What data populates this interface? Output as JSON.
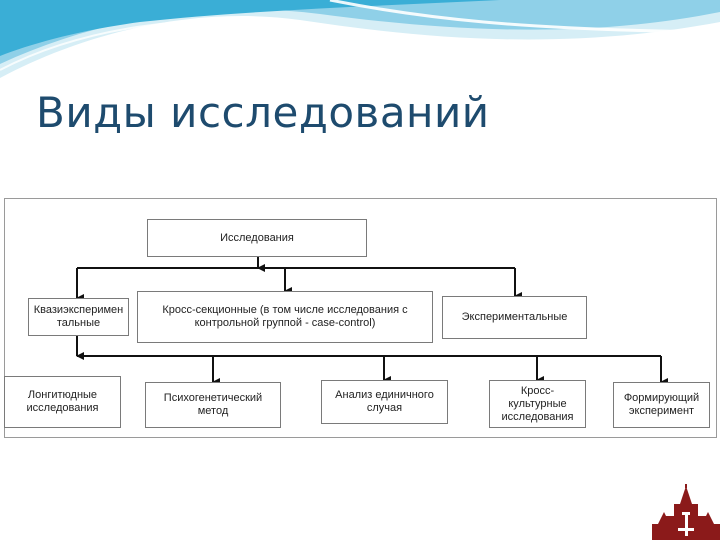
{
  "slide": {
    "title": "Виды исследований"
  },
  "diagram": {
    "root": "Исследования",
    "level1": [
      "Квазиэксперимен тальные",
      "Кросс-секционные (в том числе исследования с контрольной группой - case-control)",
      "Экспериментальные"
    ],
    "level2": [
      "Лонгитюдные исследования",
      "Психогенетический метод",
      "Анализ единичного случая",
      "Кросс-культурные исследования",
      "Формирующий эксперимент"
    ]
  },
  "colors": {
    "title": "#1e4b6e",
    "wave_light": "#d6eef6",
    "wave_mid": "#8fd0e8",
    "wave_dark": "#3aaed6",
    "emblem": "#8b1a1a"
  },
  "icons": {
    "emblem": "university-building-emblem"
  }
}
